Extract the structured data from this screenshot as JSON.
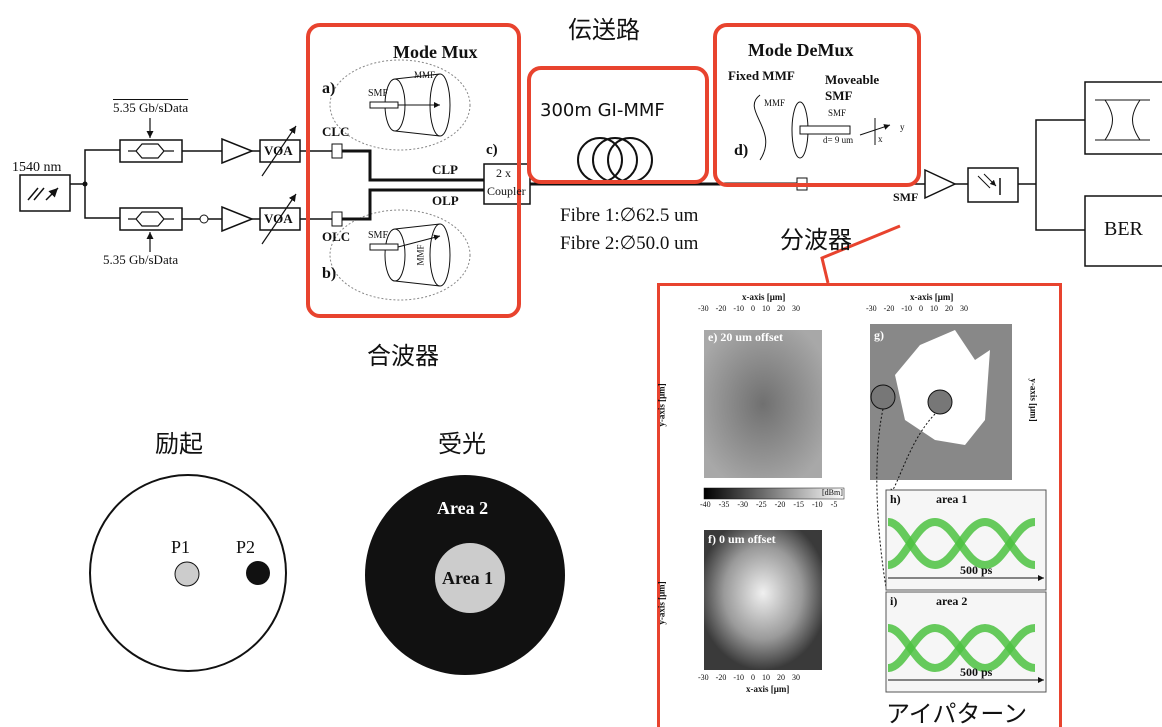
{
  "colors": {
    "highlight": "#e8432e",
    "eye_green": "#4cc241",
    "dark_fill": "#111111",
    "light_fill": "#cccccc"
  },
  "labels": {
    "wavelength": "1540 nm",
    "data_top": "5.35 Gb/sData",
    "data_bottom": "5.35 Gb/sData",
    "voa1": "VOA",
    "voa2": "VOA",
    "clc": "CLC",
    "olc": "OLC",
    "clp": "CLP",
    "olp": "OLP",
    "coupler_line1": "2 x",
    "coupler_line2": "Coupler",
    "c_label": "c)",
    "smf_out": "SMF",
    "ber": "BER"
  },
  "mode_mux": {
    "title": "Mode Mux",
    "a": "a)",
    "b": "b)",
    "smf": "SMF",
    "mmf": "MMF",
    "caption": "合波器"
  },
  "transmission": {
    "caption": "伝送路",
    "fibre": "300m GI-MMF",
    "fibre1": "Fibre 1:∅62.5 um",
    "fibre2": "Fibre 2:∅50.0 um"
  },
  "mode_demux": {
    "title": "Mode DeMux",
    "fixed": "Fixed MMF",
    "moveable1": "Moveable",
    "moveable2": "SMF",
    "mmf": "MMF",
    "smf": "SMF",
    "d_spacing": "d= 9 um",
    "d": "d)",
    "x": "x",
    "y": "y"
  },
  "splitter_caption": "分波器",
  "excitation": {
    "caption": "励起",
    "p1": "P1",
    "p2": "P2"
  },
  "reception": {
    "caption": "受光",
    "area1": "Area 1",
    "area2": "Area 2"
  },
  "panel": {
    "x_axis": "x-axis [μm]",
    "y_axis": "y-axis [μm]",
    "ticks": [
      "-30",
      "-20",
      "-10",
      "0",
      "10",
      "20",
      "30"
    ],
    "e": "e)  20 um offset",
    "f": "f)   0 um offset",
    "g": "g)",
    "scale_unit": "[dBm]",
    "scale_ticks": [
      "-40",
      "-35",
      "-30",
      "-25",
      "-20",
      "-15",
      "-10",
      "-5"
    ],
    "h": "h)",
    "area1": "area 1",
    "i": "i)",
    "area2": "area 2",
    "ps": "500 ps",
    "caption": "アイパターン"
  }
}
